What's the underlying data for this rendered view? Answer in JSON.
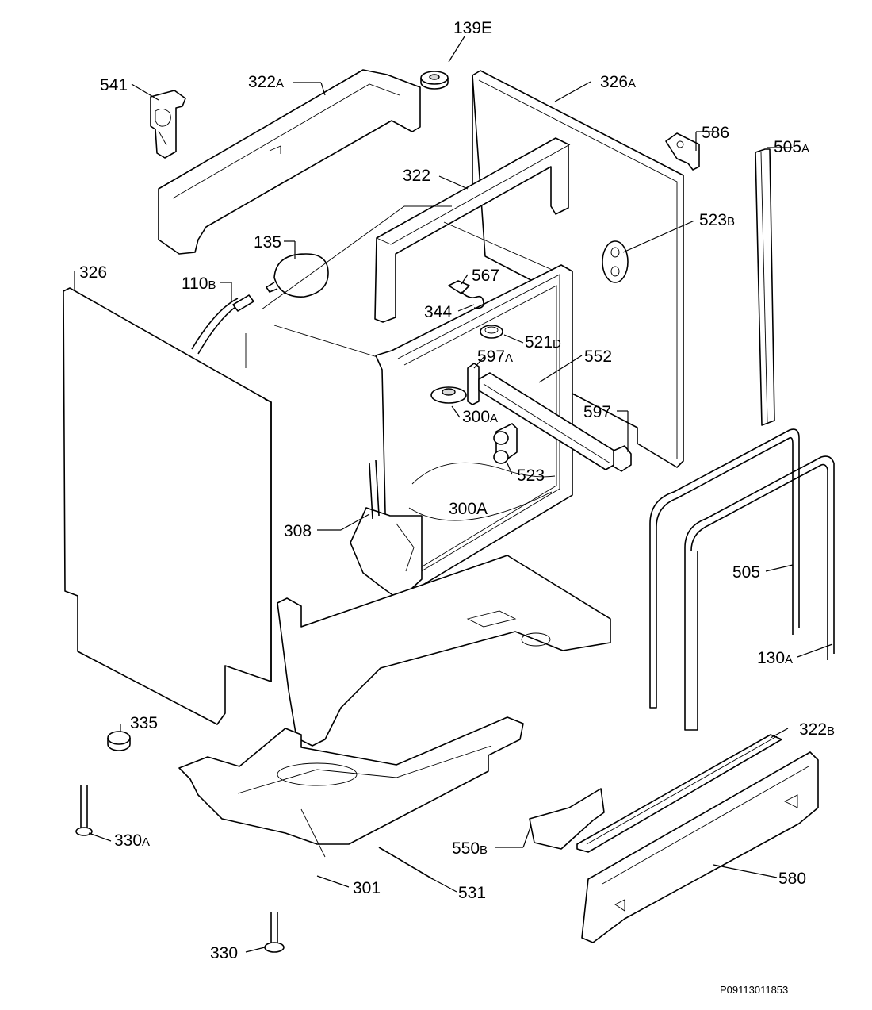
{
  "reference_number": "P09113011853",
  "labels": [
    {
      "id": "139e",
      "num": "139",
      "suffix": "E"
    },
    {
      "id": "541",
      "num": "541",
      "suffix": ""
    },
    {
      "id": "322a",
      "num": "322",
      "suffix": "A"
    },
    {
      "id": "326a",
      "num": "326",
      "suffix": "A"
    },
    {
      "id": "586",
      "num": "586",
      "suffix": ""
    },
    {
      "id": "505a",
      "num": "505",
      "suffix": "A"
    },
    {
      "id": "322",
      "num": "322",
      "suffix": ""
    },
    {
      "id": "523b",
      "num": "523",
      "suffix": "B"
    },
    {
      "id": "135",
      "num": "135",
      "suffix": ""
    },
    {
      "id": "326",
      "num": "326",
      "suffix": ""
    },
    {
      "id": "110b",
      "num": "110",
      "suffix": "B"
    },
    {
      "id": "567",
      "num": "567",
      "suffix": ""
    },
    {
      "id": "344",
      "num": "344",
      "suffix": ""
    },
    {
      "id": "521d",
      "num": "521",
      "suffix": "D"
    },
    {
      "id": "597a",
      "num": "597",
      "suffix": "A"
    },
    {
      "id": "552",
      "num": "552",
      "suffix": ""
    },
    {
      "id": "300a-top",
      "num": "300",
      "suffix": "A"
    },
    {
      "id": "597",
      "num": "597",
      "suffix": ""
    },
    {
      "id": "523",
      "num": "523",
      "suffix": ""
    },
    {
      "id": "300a-mid",
      "num": "300A",
      "suffix": ""
    },
    {
      "id": "308",
      "num": "308",
      "suffix": ""
    },
    {
      "id": "505",
      "num": "505",
      "suffix": ""
    },
    {
      "id": "130a",
      "num": "130",
      "suffix": "A"
    },
    {
      "id": "335",
      "num": "335",
      "suffix": ""
    },
    {
      "id": "322b",
      "num": "322",
      "suffix": "B"
    },
    {
      "id": "330a",
      "num": "330",
      "suffix": "A"
    },
    {
      "id": "550b",
      "num": "550",
      "suffix": "B"
    },
    {
      "id": "301",
      "num": "301",
      "suffix": ""
    },
    {
      "id": "531",
      "num": "531",
      "suffix": ""
    },
    {
      "id": "580",
      "num": "580",
      "suffix": ""
    },
    {
      "id": "330",
      "num": "330",
      "suffix": ""
    }
  ]
}
